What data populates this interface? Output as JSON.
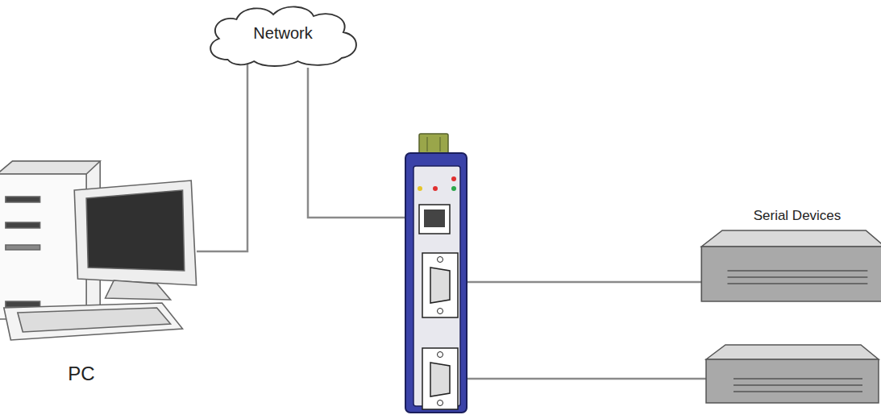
{
  "diagram": {
    "nodes": [
      {
        "text": [
          "Network"
        ]
      },
      {
        "text": [
          "PC"
        ]
      },
      {
        "text": [
          "Serial Devices"
        ]
      }
    ],
    "edges": [
      {
        "from": 1,
        "to": 0,
        "arrow": "none"
      }
    ]
  }
}
